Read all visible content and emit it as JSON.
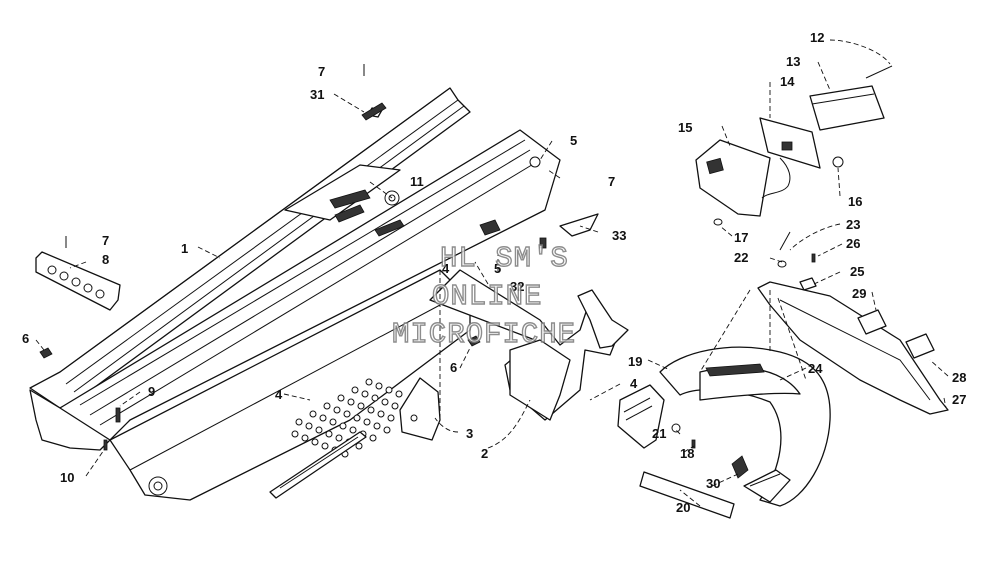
{
  "watermark": [
    "HL SM'S",
    "ONLINE",
    "MICROFICHE"
  ],
  "callouts": [
    {
      "id": "c1",
      "label": "1"
    },
    {
      "id": "c2",
      "label": "2"
    },
    {
      "id": "c3",
      "label": "3"
    },
    {
      "id": "c4a",
      "label": "4"
    },
    {
      "id": "c4b",
      "label": "4"
    },
    {
      "id": "c4c",
      "label": "4"
    },
    {
      "id": "c5a",
      "label": "5"
    },
    {
      "id": "c5b",
      "label": "5"
    },
    {
      "id": "c6a",
      "label": "6"
    },
    {
      "id": "c6b",
      "label": "6"
    },
    {
      "id": "c7a",
      "label": "7"
    },
    {
      "id": "c7b",
      "label": "7"
    },
    {
      "id": "c7c",
      "label": "7"
    },
    {
      "id": "c8",
      "label": "8"
    },
    {
      "id": "c9",
      "label": "9"
    },
    {
      "id": "c10",
      "label": "10"
    },
    {
      "id": "c11",
      "label": "11"
    },
    {
      "id": "c12",
      "label": "12"
    },
    {
      "id": "c13",
      "label": "13"
    },
    {
      "id": "c14",
      "label": "14"
    },
    {
      "id": "c15",
      "label": "15"
    },
    {
      "id": "c16",
      "label": "16"
    },
    {
      "id": "c17",
      "label": "17"
    },
    {
      "id": "c18",
      "label": "18"
    },
    {
      "id": "c19",
      "label": "19"
    },
    {
      "id": "c20",
      "label": "20"
    },
    {
      "id": "c21",
      "label": "21"
    },
    {
      "id": "c22",
      "label": "22"
    },
    {
      "id": "c23",
      "label": "23"
    },
    {
      "id": "c24",
      "label": "24"
    },
    {
      "id": "c25",
      "label": "25"
    },
    {
      "id": "c26",
      "label": "26"
    },
    {
      "id": "c27",
      "label": "27"
    },
    {
      "id": "c28",
      "label": "28"
    },
    {
      "id": "c29",
      "label": "29"
    },
    {
      "id": "c30",
      "label": "30"
    },
    {
      "id": "c31",
      "label": "31"
    },
    {
      "id": "c32",
      "label": "32"
    },
    {
      "id": "c33",
      "label": "33"
    }
  ]
}
